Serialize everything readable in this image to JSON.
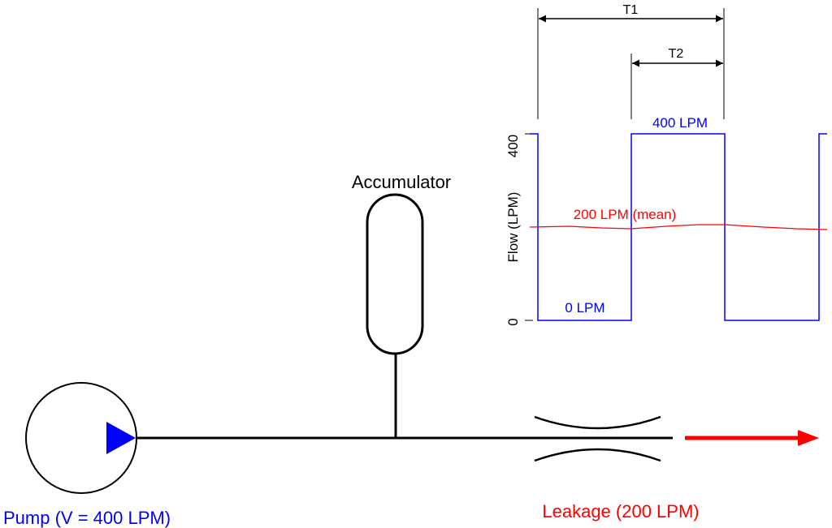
{
  "colors": {
    "line": "#000000",
    "pump": "#0000ff",
    "flow": "#0000ff",
    "mean": "#ff0000",
    "leak": "#ff0000"
  },
  "labels": {
    "accumulator": "Accumulator",
    "pump": "Pump (V = 400 LPM)",
    "leakage": "Leakage (200 LPM)",
    "t1": "T1",
    "t2": "T2",
    "flow_high": "400 LPM",
    "flow_low": "0 LPM",
    "mean": "200 LPM (mean)",
    "y_axis": "Flow (LPM)",
    "y_tick_max": "400",
    "y_tick_min": "0"
  },
  "icons": {
    "pump_arrow": "triangle-right-icon",
    "leak_arrow": "arrow-right-icon"
  }
}
